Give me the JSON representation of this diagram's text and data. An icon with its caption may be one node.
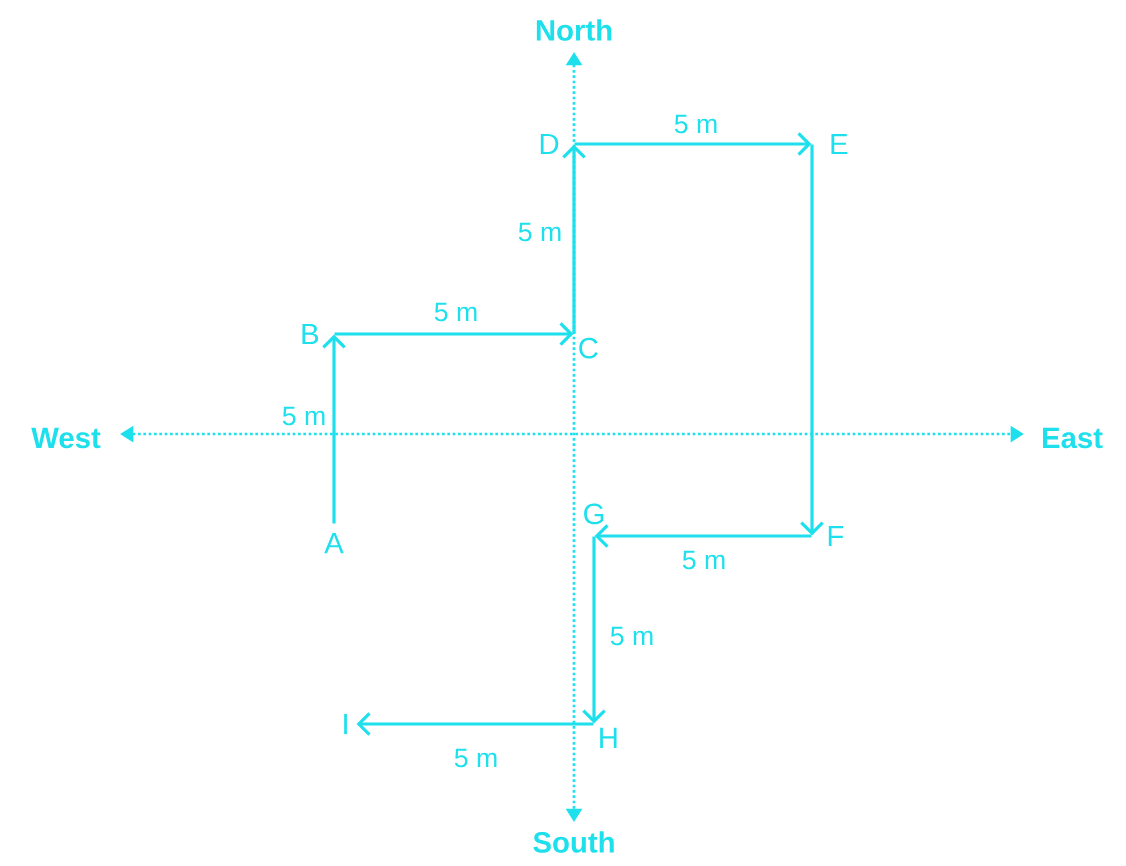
{
  "diagram": {
    "nodes": [
      {
        "text": [
          "A"
        ]
      },
      {
        "text": [
          "B"
        ]
      },
      {
        "text": [
          "C"
        ]
      },
      {
        "text": [
          "D"
        ]
      },
      {
        "text": [
          "E"
        ]
      },
      {
        "text": [
          "F"
        ]
      },
      {
        "text": [
          "G"
        ]
      },
      {
        "text": [
          "H"
        ]
      },
      {
        "text": [
          "I"
        ]
      }
    ],
    "edges": [
      {
        "from": 0,
        "to": 1,
        "arrow": "to",
        "label": "5 m"
      },
      {
        "from": 1,
        "to": 2,
        "arrow": "to",
        "label": "5 m"
      },
      {
        "from": 2,
        "to": 3,
        "arrow": "to",
        "label": "5 m"
      },
      {
        "from": 3,
        "to": 4,
        "arrow": "to",
        "label": "5 m"
      },
      {
        "from": 4,
        "to": 5,
        "arrow": "to"
      },
      {
        "from": 5,
        "to": 6,
        "arrow": "to",
        "label": "5 m"
      },
      {
        "from": 6,
        "to": 7,
        "arrow": "to",
        "label": "5 m"
      },
      {
        "from": 7,
        "to": 8,
        "arrow": "to",
        "label": "5 m"
      }
    ],
    "labels": [
      "North",
      "West",
      "East",
      "South"
    ]
  }
}
